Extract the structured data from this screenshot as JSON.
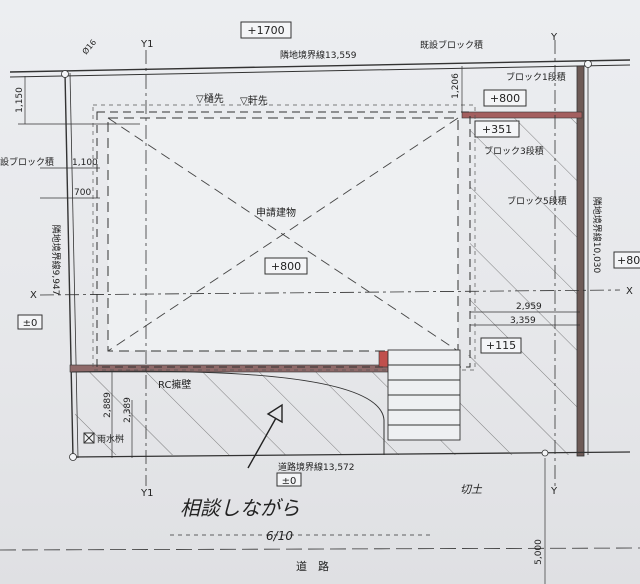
{
  "elevations": {
    "top": "+1700",
    "right_top": "+800",
    "right_mid": "+351",
    "center": "+800",
    "far_right": "+80",
    "left": "±0",
    "lower_right": "+115",
    "bottom": "±0"
  },
  "boundaries": {
    "top": "隣地境界線13,559",
    "left": "隣地境界線9,947",
    "right": "隣地境界線10,030",
    "road": "道路境界線13,572"
  },
  "labels": {
    "existing_block": "既設ブロック積",
    "block1": "ブロック1段積",
    "block3": "ブロック3段積",
    "block5": "ブロック5段積",
    "block_left": "設ブロック積",
    "building": "申請建物",
    "eaves1": "▽樋先",
    "eaves2": "▽軒先",
    "rc_wall": "RC擁壁",
    "drain": "雨水桝",
    "cut": "切土",
    "road": "道　路",
    "handwritten_main": "相談しながら",
    "handwritten_date": "6/10"
  },
  "axes": {
    "y1_top": "Y1",
    "y1_bottom": "Y1",
    "y_top": "Y",
    "y_bottom": "Y",
    "x_left": "X",
    "x_right": "X"
  },
  "dimensions": {
    "d1150": "1,150",
    "d1100": "1,100",
    "d700": "700",
    "d1206": "1,206",
    "d2959": "2,959",
    "d3359": "3,359",
    "d2889": "2,889",
    "d2389": "2,389",
    "d5000": "5,000",
    "phi": "Ø16"
  }
}
